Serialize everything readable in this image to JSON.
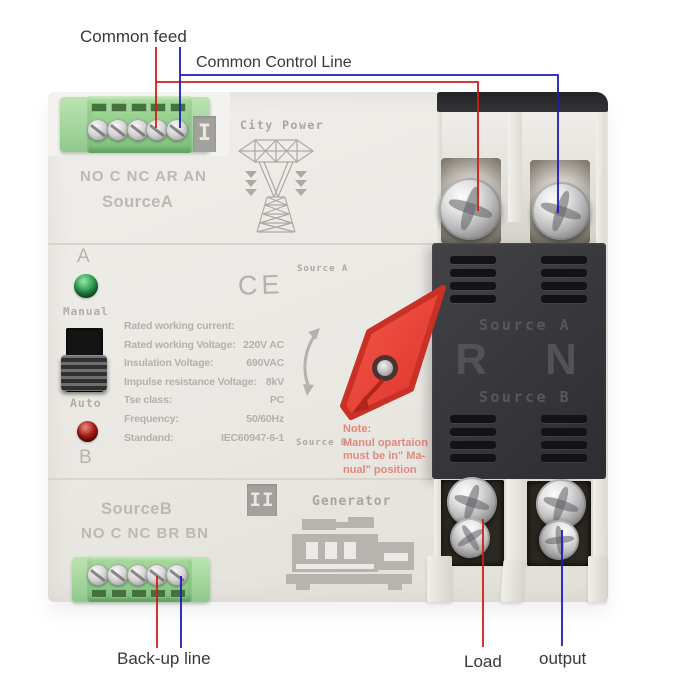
{
  "image_type": "annotated product photo",
  "product": "Dual Power Automatic Transfer Switch",
  "annotations": {
    "common_feed": "Common feed",
    "common_control_line": "Common Control Line",
    "back_up_line": "Back-up line",
    "load": "Load",
    "output": "output"
  },
  "device": {
    "source_a": {
      "marker": "I",
      "power_type": "City Power",
      "name": "SourceA",
      "terminal_labels": "NO C NC AR AN"
    },
    "source_b": {
      "marker": "II",
      "power_type": "Generator",
      "name": "SourceB",
      "terminal_labels": "NO C NC BR BN"
    },
    "controls": {
      "indicator_a": "A",
      "indicator_b": "B",
      "manual": "Manual",
      "auto": "Auto"
    },
    "ce_mark": "CE",
    "ratings": {
      "rows": [
        {
          "label": "Rated working current:",
          "value": ""
        },
        {
          "label": "Rated working Voltage:",
          "value": "220V AC"
        },
        {
          "label": "Insulation Voltage:",
          "value": "690VAC"
        },
        {
          "label": "Impulse resistance Voltage:",
          "value": "8kV"
        },
        {
          "label": "Tse class:",
          "value": "PC"
        },
        {
          "label": "Frequency:",
          "value": "50/60Hz"
        },
        {
          "label": "Standand:",
          "value": "IEC60947-6-1"
        }
      ]
    },
    "handle_area": {
      "source_a": "Source A",
      "source_b": "Source B",
      "note_lines": [
        "Note:",
        "Manul opartaion",
        "must be in\" Ma-",
        "nual\" position"
      ]
    },
    "panel": {
      "source_a": "Source A",
      "phase_r": "R",
      "phase_n": "N",
      "source_b": "Source B"
    }
  },
  "colors": {
    "annotation_red": "#cf1d15",
    "annotation_blue": "#1b1bbd",
    "handle_red": "#ef463c",
    "terminal_green": "#95cf8e",
    "panel_dark": "#38373c",
    "body_cream": "#eae8e3",
    "embossed_text": "#b4b1ad"
  },
  "icons": {
    "tower": "transmission-tower-icon",
    "generator": "generator-icon",
    "rotation_arrow": "rotation-arrow-icon",
    "led_green": "green-led",
    "led_red": "red-led"
  }
}
